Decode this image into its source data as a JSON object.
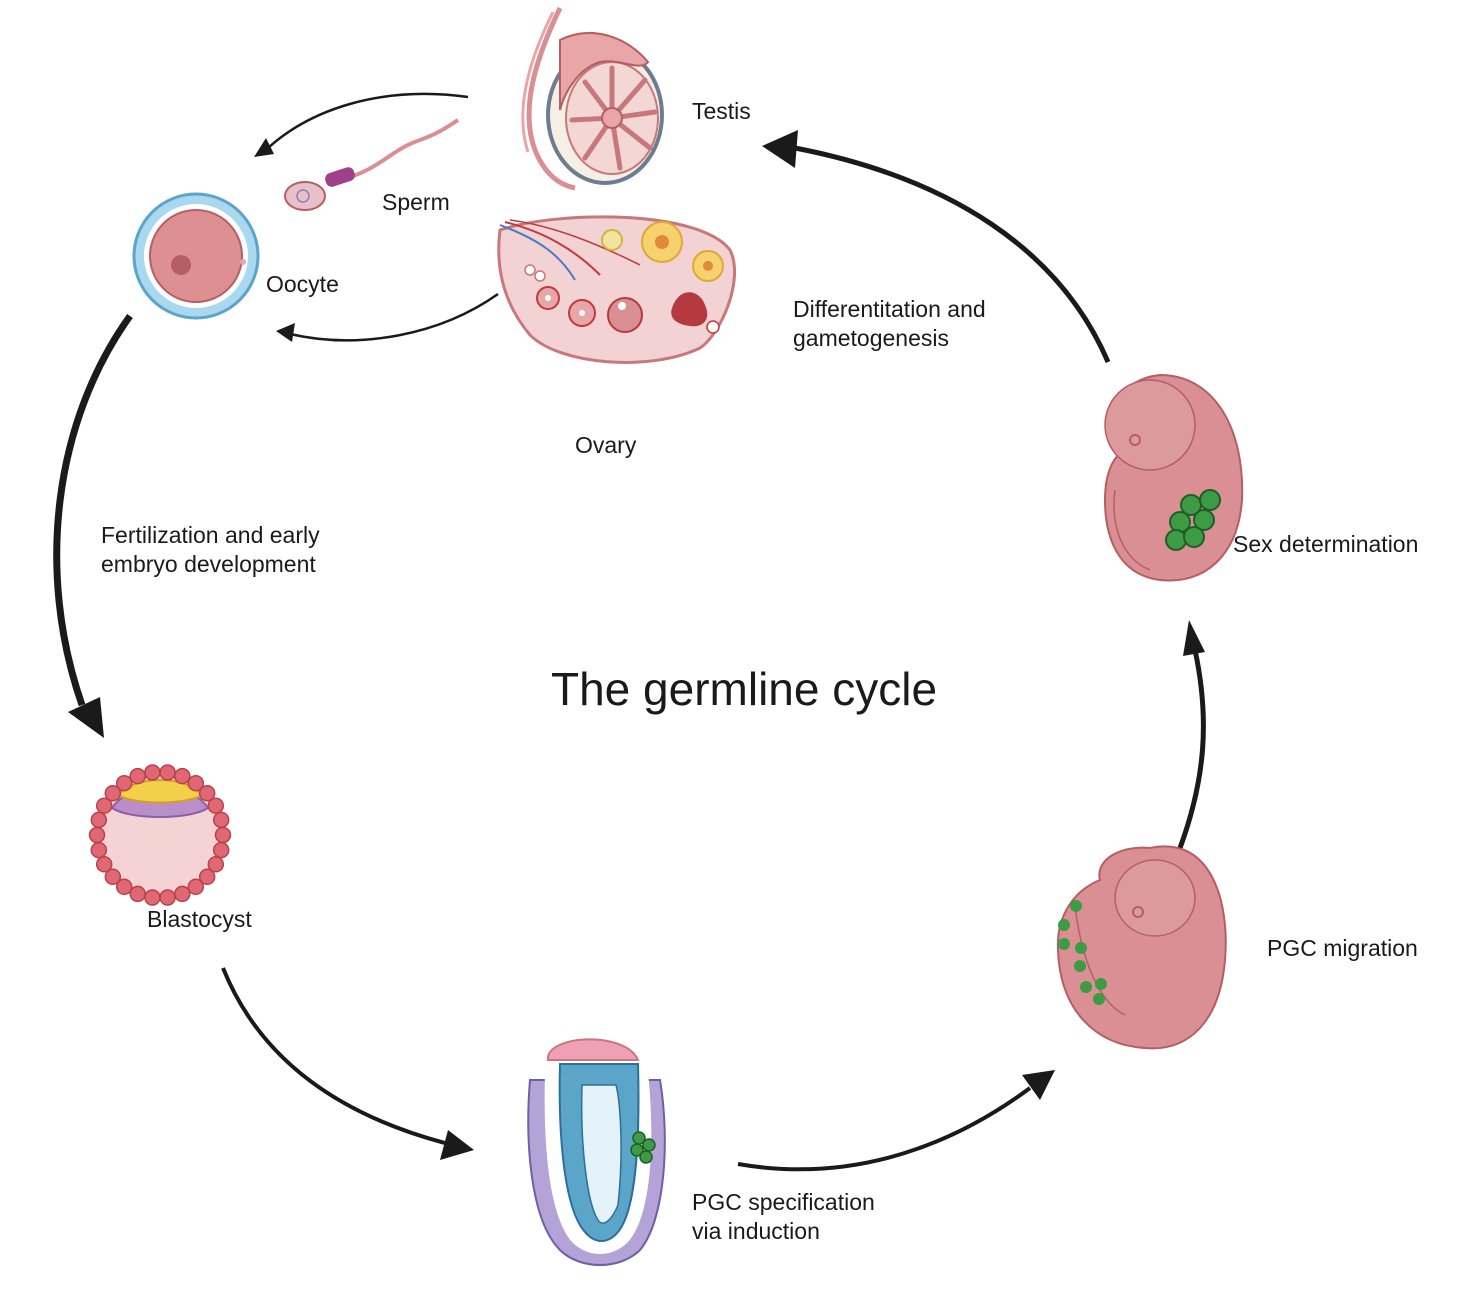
{
  "title": "The germline cycle",
  "stages": {
    "testis": "Testis",
    "sperm": "Sperm",
    "oocyte": "Oocyte",
    "ovary": "Ovary",
    "blastocyst": "Blastocyst",
    "pgc_specification_line1": "PGC specification",
    "pgc_specification_line2": "via induction",
    "pgc_migration": "PGC migration",
    "sex_determination": "Sex determination"
  },
  "transitions": {
    "fertilization_line1": "Fertilization and early",
    "fertilization_line2": "embryo development",
    "differentiation_line1": "Differentitation and",
    "differentiation_line2": "gametogenesis"
  },
  "colors": {
    "tissue_pink": "#e8a6a8",
    "tissue_dark": "#c8787c",
    "germ_cell_green": "#3e9b45",
    "epiblast_blue": "#5aa5c8",
    "hypoblast_purple": "#b39ad0",
    "yolk_yellow": "#f2d04a",
    "arrow": "#1a1a1a"
  }
}
